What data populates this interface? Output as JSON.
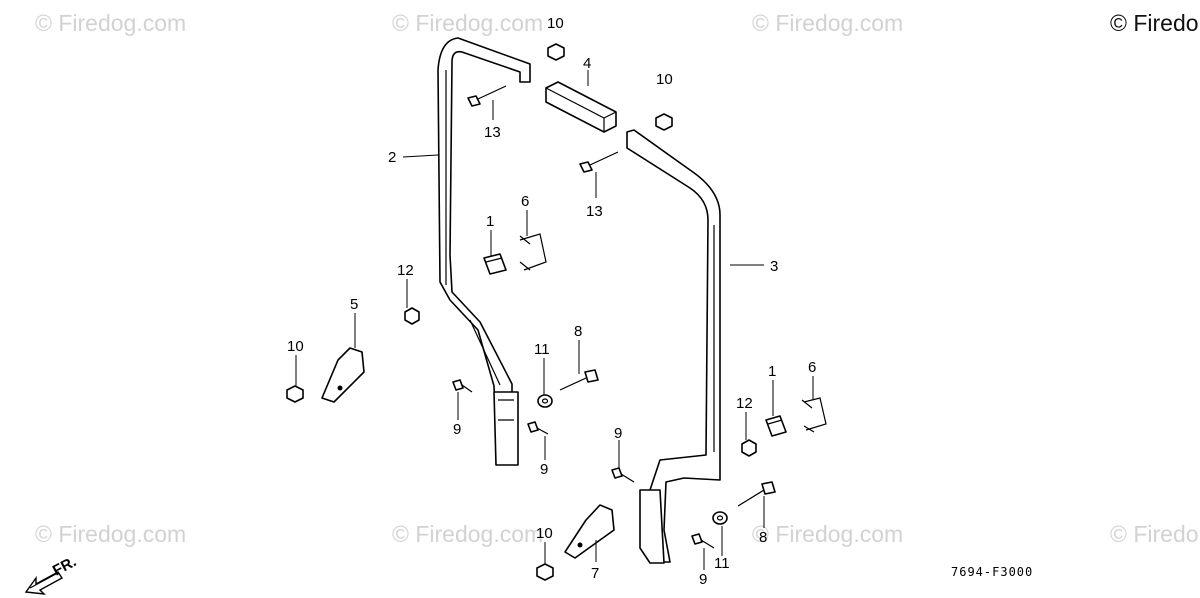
{
  "watermarks": {
    "text": "© Firedog.com",
    "corner_text": "© Firedo"
  },
  "diagram_code": "7694-F3000",
  "front_indicator": "FR.",
  "callouts": [
    "10",
    "4",
    "10",
    "13",
    "2",
    "13",
    "6",
    "1",
    "3",
    "12",
    "5",
    "8",
    "11",
    "10",
    "1",
    "6",
    "12",
    "9",
    "9",
    "9",
    "8",
    "10",
    "7",
    "11",
    "9"
  ]
}
